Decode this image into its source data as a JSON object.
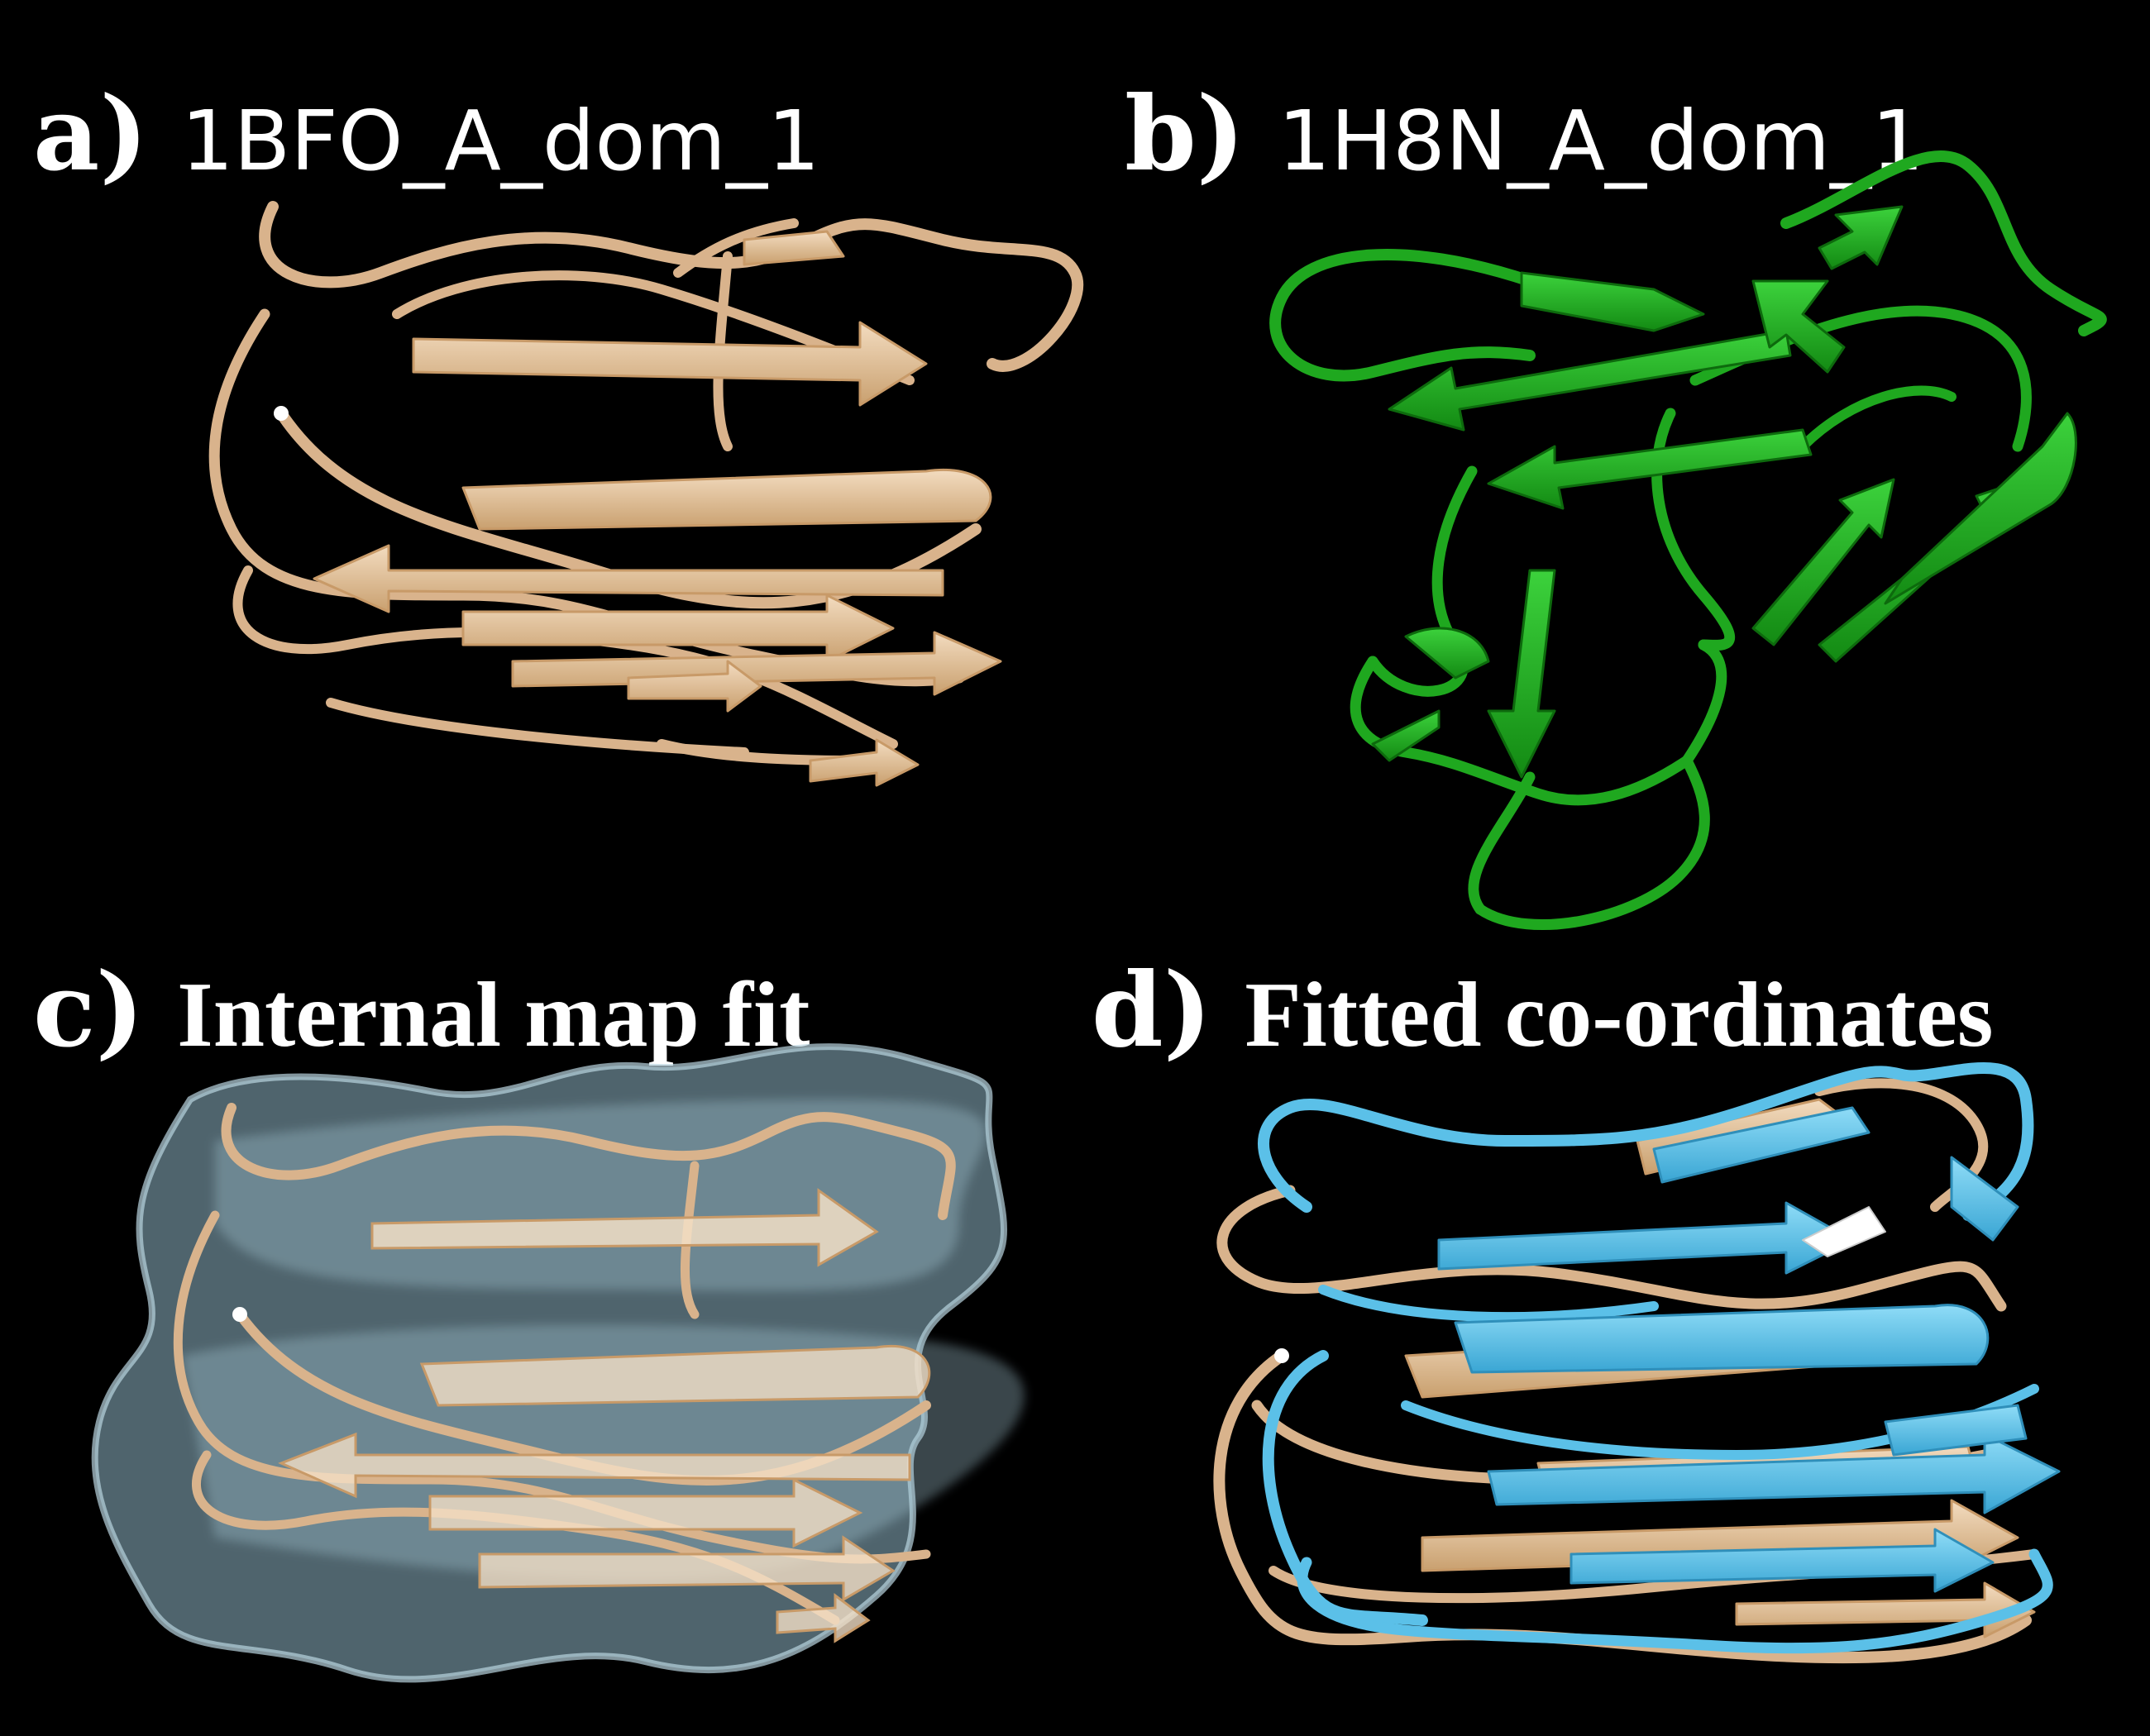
{
  "panels": [
    {
      "letter": "a)",
      "title": "1BFO_A_dom_1",
      "color": "#d9b38c",
      "description": "beta-sandwich ribbon structure"
    },
    {
      "letter": "b)",
      "title": "1H8N_A_dom_1",
      "color": "#1fa81f",
      "description": "green ribbon structure"
    },
    {
      "letter": "c)",
      "title": "Internal map fit",
      "color": "#a8c8d8",
      "description": "density map surface over ribbon"
    },
    {
      "letter": "d)",
      "title": "Fitted co-ordinates",
      "color": "#5bc0e8",
      "description": "fitted (blue) vs original (tan) ribbons"
    }
  ],
  "colors": {
    "background": "#000000",
    "tan": "#d9b38c",
    "green": "#1fa81f",
    "blue": "#5bc0e8",
    "map": "#9ec3d4"
  }
}
